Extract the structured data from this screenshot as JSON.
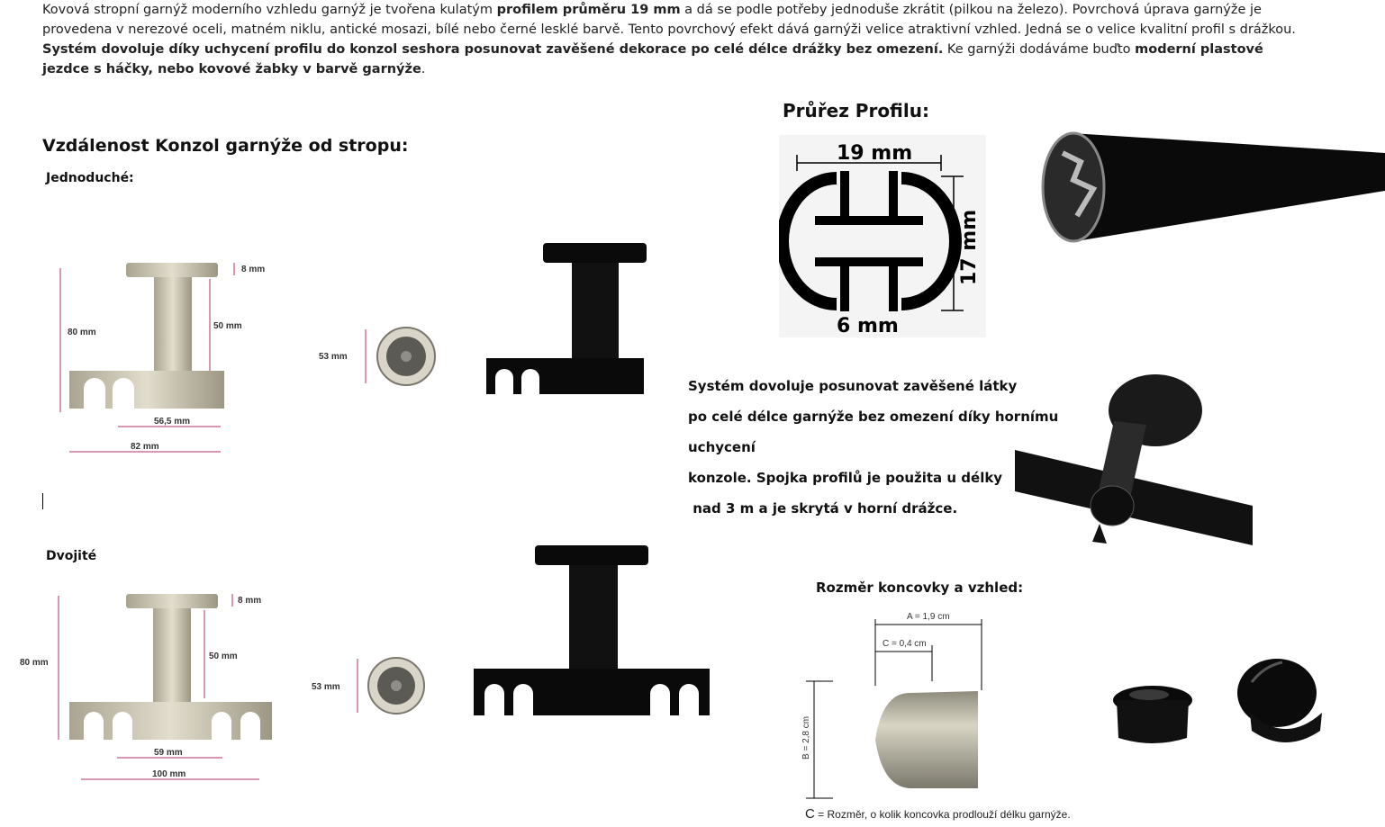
{
  "intro": {
    "t1": "Kovová stropní garnýž moderního vzhledu garnýž je tvořena kulatým ",
    "b1": "profilem průměru 19 mm",
    "t2": " a dá se podle potřeby jednoduše zkrátit (pilkou na železo). Povrchová úprava garnýže je provedena v nerezové oceli, matném niklu, antické mosazi, bílé nebo černé lesklé barvě. Tento povrchový efekt dává garnýži velice atraktivní vzhled. Jedná se o velice kvalitní profil s drážkou. ",
    "b2": "Systém dovoluje díky uchycení profilu do konzol seshora posunovat zavěšené dekorace po celé délce drážky bez omezení.",
    "t3": " Ke garnýži dodáváme buďto ",
    "b3": "moderní plastové jezdce s háčky, nebo kovové žabky v barvě garnýže",
    "t4": "."
  },
  "headings": {
    "distance": "Vzdálenost Konzol garnýže od stropu:",
    "single": "Jednoduché:",
    "double": "Dvojité",
    "profile": "Průřez Profilu:",
    "endcap": "Rozměr koncovky a vzhled:"
  },
  "single_dims": {
    "d8": "8 mm",
    "d80": "80 mm",
    "d50": "50 mm",
    "d565": "56,5 mm",
    "d82": "82 mm",
    "d53": "53 mm"
  },
  "double_dims": {
    "d8": "8 mm",
    "d80": "80 mm",
    "d50": "50 mm",
    "d59": "59 mm",
    "d100": "100 mm",
    "d53": "53 mm"
  },
  "profile_dims": {
    "width": "19 mm",
    "height": "17 mm",
    "slot": "6 mm"
  },
  "system_para": {
    "l1": "Systém dovoluje posunovat zavěšené látky",
    "l2": "po celé délce garnýže bez omezení díky hornímu uchycení",
    "l3": "konzole. Spojka profilů je použita u délky",
    "l4": " nad 3 m a je skrytá v horní drážce."
  },
  "endcap_dims": {
    "a": "A = 1,9 cm",
    "c": "C = 0,4 cm",
    "b": "B = 2,8 cm"
  },
  "caption": {
    "c": "C",
    "rest": " = Rozměr, o kolik koncovka prodlouží délku garnýže."
  },
  "colors": {
    "dim_line": "#b0306a",
    "nickel": "#c9c3b0",
    "black": "#0a0a0a"
  }
}
